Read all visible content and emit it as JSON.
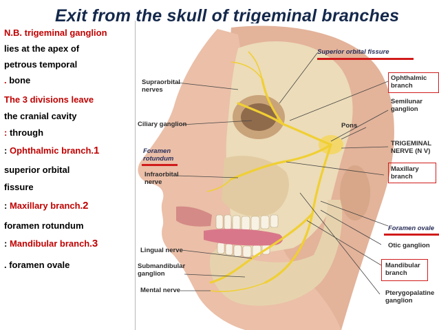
{
  "slide": {
    "title": "Exit from the skull of trigeminal branches"
  },
  "left_text": {
    "l1": "N.B. trigeminal ganglion",
    "l2": "lies at the  apex of",
    "l3": "petrous temporal",
    "l4a": ". ",
    "l4b": "bone",
    "l5": "The 3 divisions leave",
    "l6": "the cranial cavity",
    "l7a": ":  ",
    "l7b": "through",
    "l8a": ": ",
    "l8b": "Ophthalmic branch.",
    "l8c": "1",
    "l9": "superior orbital",
    "l10": "fissure",
    "l11a": ": ",
    "l11b": "Maxillary branch.",
    "l11c": "2",
    "l12": "foramen rotundum",
    "l13a": ": ",
    "l13b": "Mandibular branch.",
    "l13c": "3",
    "l14": " . foramen ovale"
  },
  "figure_labels": {
    "supraorbital": "Supraorbital\nnerves",
    "ciliary": "Ciliary ganglion",
    "foramen_rotundum": "Foramen\nrotundum",
    "infraorbital": "Infraorbital\nnerve",
    "lingual": "Lingual nerve",
    "submandibular": "Submandibular\nganglion",
    "mental": "Mental nerve",
    "superior_orbital_fissure": "Superior orbital fissure",
    "ophthalmic": "Ophthalmic\nbranch",
    "semilunar": "Semilunar\nganglion",
    "pons": "Pons",
    "trigeminal": "TRIGEMINAL\nNERVE (N V)",
    "maxillary": "Maxillary\nbranch",
    "foramen_ovale": "Foramen ovale",
    "otic": "Otic ganglion",
    "mandibular": "Mandibular\nbranch",
    "pterygopalatine": "Pterygopalatine\nganglion"
  },
  "colors": {
    "title": "#14284b",
    "red_text": "#c00000",
    "highlight_red": "#d11a1a",
    "nerve_yellow": "#f2d23a",
    "skin": "#e9b9a2",
    "bone": "#ead9b6"
  }
}
